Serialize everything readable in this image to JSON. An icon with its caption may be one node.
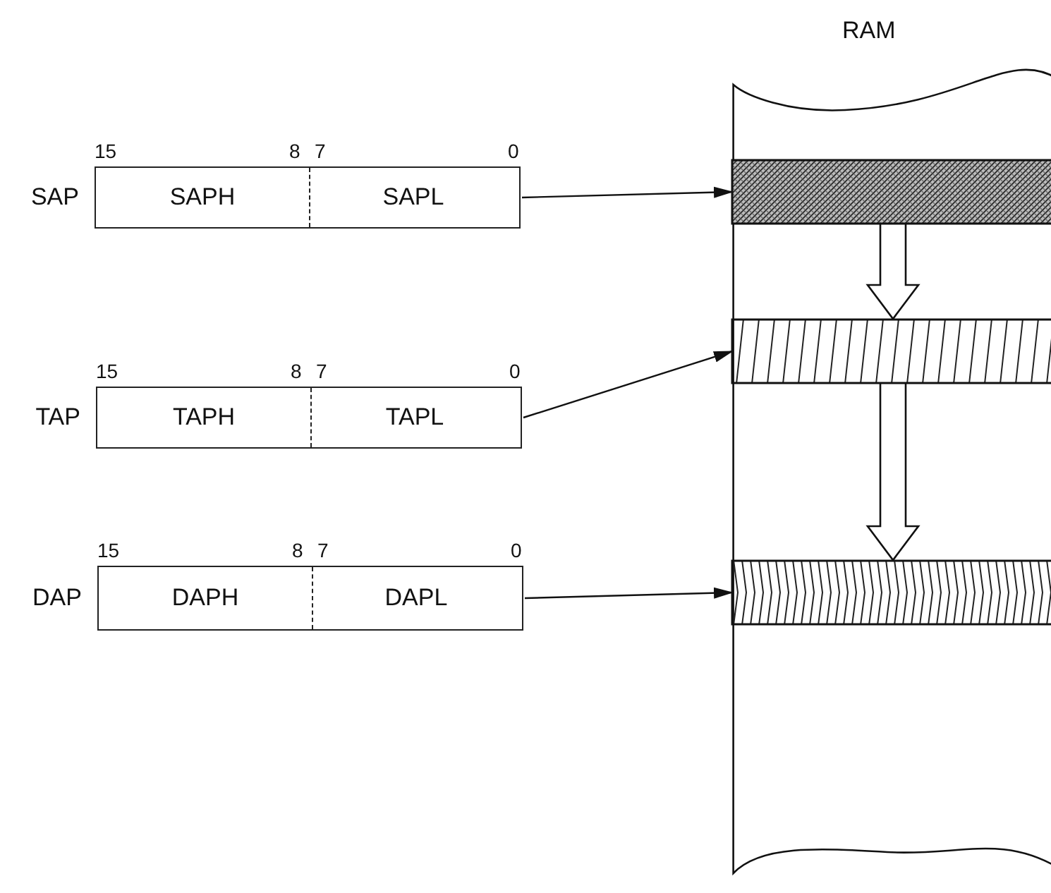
{
  "diagram": {
    "nodes": [
      {
        "text": [
          "RAM"
        ]
      },
      {
        "text": [
          "SAPH",
          "SAPL"
        ],
        "beside": [
          "SAP"
        ]
      },
      {
        "text": [],
        "shape": "bar",
        "in": 0
      },
      {
        "text": [
          "TAPH",
          "TAPL"
        ],
        "beside": [
          "TAP"
        ]
      },
      {
        "text": [],
        "shape": "bar",
        "in": 0
      },
      {
        "text": [
          "DAPH",
          "DAPL"
        ],
        "beside": [
          "DAP"
        ]
      },
      {
        "text": [],
        "shape": "bar",
        "in": 0
      }
    ],
    "edges": [
      {
        "from": 1,
        "to": 2,
        "arrow": "to"
      },
      {
        "from": 3,
        "to": 4,
        "arrow": "to"
      },
      {
        "from": 5,
        "to": 6,
        "arrow": "to"
      },
      {
        "from": 2,
        "to": 4,
        "arrow": "to",
        "style": "thick"
      },
      {
        "from": 4,
        "to": 6,
        "arrow": "to",
        "style": "thick"
      }
    ],
    "labels": [
      "15",
      "8",
      "7",
      "0",
      "15",
      "8",
      "7",
      "0",
      "15",
      "8",
      "7",
      "0"
    ]
  }
}
